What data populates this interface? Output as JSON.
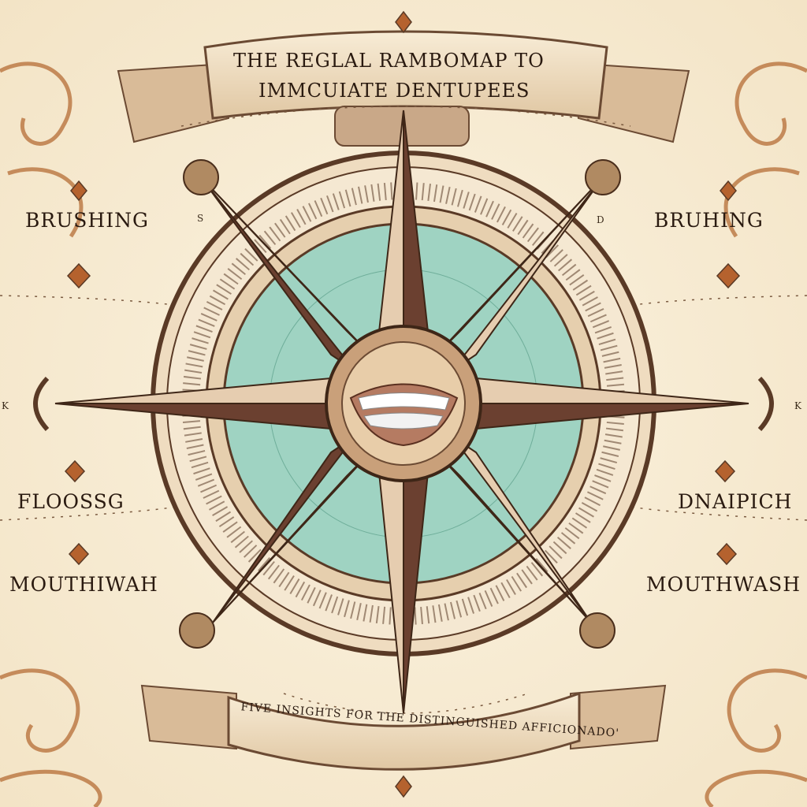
{
  "title": {
    "line1": "THE REGLAL  RAMBOMAP TO",
    "line2": "IMMCUIATE  DENTUPEES"
  },
  "banner_bottom": "FIVE INSIGHTS FOR THE DISTINGUISHED AFFICIONADO'",
  "left_labels": [
    "BRUSHING",
    "FLOOSSG",
    "MOUTHIWAH"
  ],
  "right_labels": [
    "BRUHING",
    "DNAIPICH",
    "MOUTHWASH"
  ],
  "letter_marks": [
    "S",
    "D",
    "K",
    "K"
  ],
  "colors": {
    "parchment": "#f6ead3",
    "ink": "#5a3a26",
    "teal": "#9fd3c2",
    "accent": "#c46a2a"
  }
}
